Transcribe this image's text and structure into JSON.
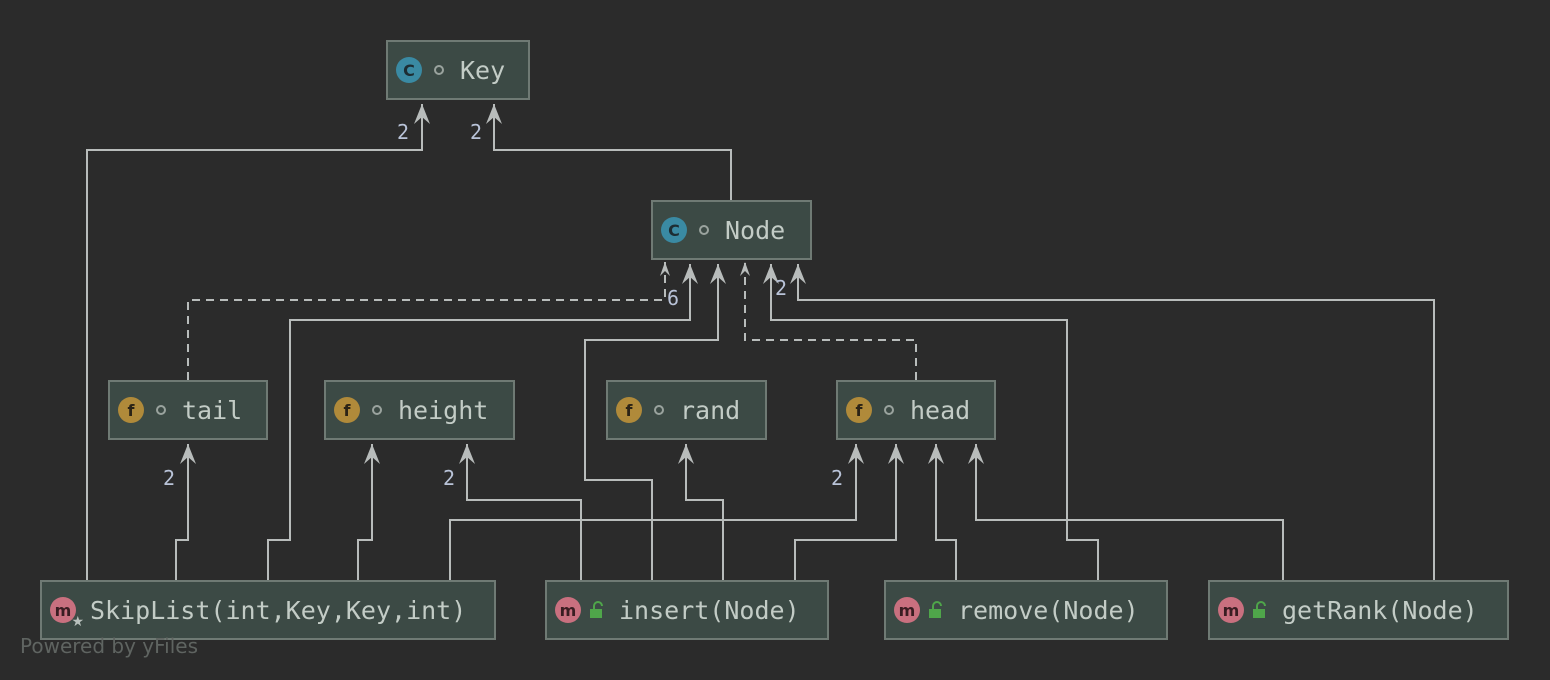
{
  "nodes": {
    "key": {
      "badge": "C",
      "label": "Key",
      "kind": "class"
    },
    "node": {
      "badge": "C",
      "label": "Node",
      "kind": "class"
    },
    "tail": {
      "badge": "f",
      "label": "tail",
      "kind": "field"
    },
    "height": {
      "badge": "f",
      "label": "height",
      "kind": "field"
    },
    "rand": {
      "badge": "f",
      "label": "rand",
      "kind": "field"
    },
    "head": {
      "badge": "f",
      "label": "head",
      "kind": "field"
    },
    "skiplist": {
      "badge": "m",
      "label": "SkipList(int,Key,Key,int)",
      "kind": "constructor"
    },
    "insert": {
      "badge": "m",
      "label": "insert(Node)",
      "kind": "public-method"
    },
    "remove": {
      "badge": "m",
      "label": "remove(Node)",
      "kind": "public-method"
    },
    "getrank": {
      "badge": "m",
      "label": "getRank(Node)",
      "kind": "public-method"
    }
  },
  "edge_labels": {
    "skiplist_key": "2",
    "node_key": "2",
    "tail_node": "6",
    "getrank_node": "2",
    "skiplist_tail": "2",
    "insert_height": "2",
    "skiplist_head": "2"
  },
  "footer": "Powered by yFiles",
  "colors": {
    "background": "#2b2b2b",
    "node_fill": "#3c4a45",
    "edge": "#b8bcbb",
    "class_badge": "#3a8aa3",
    "field_badge": "#b08a3a",
    "method_badge": "#c9707f",
    "lock": "#4fa64a"
  }
}
